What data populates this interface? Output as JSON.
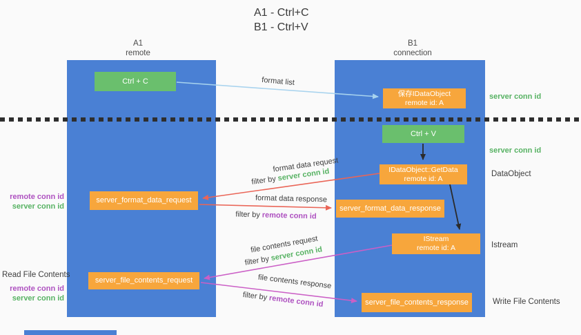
{
  "title": {
    "line1": "A1 - Ctrl+C",
    "line2": "B1 - Ctrl+V"
  },
  "lifelines": {
    "a1": {
      "name": "A1",
      "role": "remote"
    },
    "b1": {
      "name": "B1",
      "role": "connection"
    }
  },
  "nodes": {
    "ctrl_c": {
      "label": "Ctrl + C"
    },
    "save_idataobject": {
      "line1": "保存IDataObject",
      "line2": "remote id: A"
    },
    "ctrl_v": {
      "label": "Ctrl + V"
    },
    "getdata": {
      "line1": "IDataObject::GetData",
      "line2": "remote id: A"
    },
    "format_request": {
      "label": "server_format_data_request"
    },
    "format_response": {
      "label": "server_format_data_response"
    },
    "istream": {
      "line1": "IStream",
      "line2": "remote id: A"
    },
    "file_request": {
      "label": "server_file_contents_request"
    },
    "file_response": {
      "label": "server_file_contents_response"
    }
  },
  "edge_labels": {
    "format_list": "format list",
    "format_data_request": "format data request",
    "format_data_request_filter": {
      "prefix": "filter by",
      "key": "server conn id"
    },
    "format_data_response": "format data response",
    "format_data_response_filter": {
      "prefix": "filter by",
      "key": "remote conn id"
    },
    "file_contents_request": "file contents request",
    "file_contents_request_filter": {
      "prefix": "filter by",
      "key": "server conn id"
    },
    "file_contents_response": "file contents response",
    "file_contents_response_filter": {
      "prefix": "filter by",
      "key": "remote conn id"
    }
  },
  "annotations": {
    "right": {
      "server_conn_id_top": "server conn id",
      "server_conn_id_mid": "server conn id",
      "dataobject": "DataObject",
      "istream": "Istream",
      "write_file_contents": "Write File Contents"
    },
    "left": {
      "remote_conn_id_top": "remote conn id",
      "server_conn_id_top": "server conn id",
      "read_file_contents": "Read File Contents",
      "remote_conn_id_bottom": "remote conn id",
      "server_conn_id_bottom": "server conn id"
    }
  },
  "colors": {
    "lifeline_blue": "#4a80d4",
    "node_green": "#6abf6d",
    "node_orange": "#f7a63c",
    "conn_id_green": "#57b263",
    "conn_id_purple": "#ae51c0",
    "arrow_red": "#ea6557",
    "arrow_magenta": "#cb5fc6",
    "arrow_lightblue": "#a8d3ee",
    "arrow_black": "#2b2b2b"
  }
}
